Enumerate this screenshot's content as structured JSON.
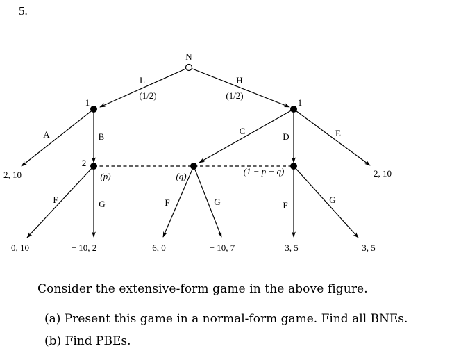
{
  "question_number": "5.",
  "tree": {
    "nature": {
      "label": "N"
    },
    "moves": {
      "L": "L",
      "H": "H",
      "prob_L": "(1/2)",
      "prob_H": "(1/2)",
      "A": "A",
      "B": "B",
      "C": "C",
      "D": "D",
      "E": "E",
      "F_left": "F",
      "G_left": "G",
      "F_mid": "F",
      "G_mid": "G",
      "F_right": "F",
      "G_right": "G"
    },
    "players": {
      "left_1": "1",
      "right_1": "1",
      "info_2": "2"
    },
    "beliefs": {
      "p": "(p)",
      "q": "(q)",
      "r": "(1 − p − q)"
    },
    "payoffs": {
      "A": "2, 10",
      "E": "2, 10",
      "BF": "0, 10",
      "BG": "− 10, 2",
      "CF": "6, 0",
      "CG": "− 10, 7",
      "DF": "3, 5",
      "DG": "3, 5"
    }
  },
  "text": {
    "intro": "Consider the extensive-form game in the above figure.",
    "part_a": "(a)  Present this game in a normal-form game. Find all BNEs.",
    "part_b": "(b)  Find PBEs."
  }
}
